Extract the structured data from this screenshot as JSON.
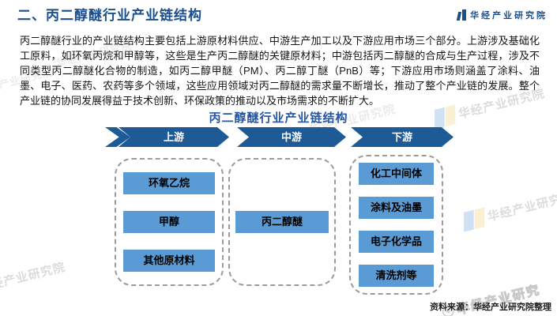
{
  "page": {
    "title": "二、丙二醇醚行业产业链结构",
    "brand": "华经产业研究院"
  },
  "intro": {
    "text": "丙二醇醚行业的产业链结构主要包括上游原材料供应、中游生产加工以及下游应用市场三个部分。上游涉及基础化工原料，如环氧丙烷和甲醇等，这些是生产丙二醇醚的关键原材料；中游包括丙二醇醚的合成与生产过程，涉及不同类型丙二醇醚化合物的制造，如丙二醇甲醚（PM）、丙二醇丁醚（PnB）等；下游应用市场则涵盖了涂料、油墨、电子、医药、农药等多个领域，这些应用领域对丙二醇醚的需求量不断增长，推动了整个产业链的发展。整个产业链的协同发展得益于技术创新、环保政策的推动以及市场需求的不断扩大。"
  },
  "diagram": {
    "title": "丙二醇醚行业产业链结构",
    "stages": [
      {
        "label": "上游",
        "items": [
          "环氧乙烷",
          "甲醇",
          "其他原材料"
        ]
      },
      {
        "label": "中游",
        "items": [
          "丙二醇醚"
        ]
      },
      {
        "label": "下游",
        "items": [
          "化工中间体",
          "涂料及油墨",
          "电子化学品",
          "清洗剂等"
        ]
      }
    ]
  },
  "footer": {
    "source": "资料来源：华经产业研究院整理"
  },
  "watermark": {
    "text": "华经产业研究院",
    "short_text": "华经产业研究"
  },
  "colors": {
    "title_blue": "#1A4F8D",
    "chevron_blue": "#1E5A96",
    "item_blue": "#5B9BD5",
    "diagram_title_blue": "#2356A7",
    "watermark_gray": "#D9D9D9"
  }
}
